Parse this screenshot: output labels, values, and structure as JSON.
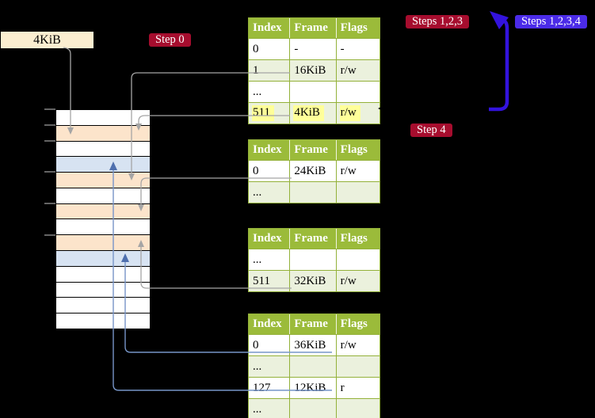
{
  "colors": {
    "bg": "#000000",
    "table-header-green": "#9bbb3a",
    "table-border-green": "#93b139",
    "table-row-green": "#ebf1dd",
    "highlight-yellow": "#ffff99",
    "mem-orange": "#fce4cb",
    "mem-blue": "#d7e3f2",
    "label-cream": "#fbeed0",
    "badge-red": "#a60d2e",
    "badge-blue": "#4b2be8",
    "arrow-blue": "#3313dd",
    "connector-gray": "#a5a5a5",
    "connector-blue": "#7795c8",
    "connector-blue-head": "#4e6fae"
  },
  "frame_label": {
    "text": "4KiB"
  },
  "badges": {
    "step0": "Step 0",
    "steps123": "Steps 1,2,3",
    "steps1234": "Steps 1,2,3,4",
    "step4": "Step 4"
  },
  "memory": {
    "rows": [
      "free",
      "page-table-frame",
      "free",
      "mapped-page",
      "page-table-frame",
      "free",
      "page-table-frame",
      "free",
      "page-table-frame",
      "mapped-page",
      "free",
      "free",
      "free",
      "free"
    ],
    "tick_offsets_kib": [
      0,
      4,
      8,
      16,
      24,
      32
    ]
  },
  "tables": [
    {
      "headers": [
        "Index",
        "Frame",
        "Flags"
      ],
      "rows": [
        {
          "cells": [
            "0",
            "-",
            "-"
          ]
        },
        {
          "cells": [
            "1",
            "16KiB",
            "r/w"
          ]
        },
        {
          "cells": [
            "...",
            "",
            ""
          ]
        },
        {
          "cells": [
            "511",
            "4KiB",
            "r/w"
          ]
        }
      ]
    },
    {
      "headers": [
        "Index",
        "Frame",
        "Flags"
      ],
      "rows": [
        {
          "cells": [
            "0",
            "24KiB",
            "r/w"
          ]
        },
        {
          "cells": [
            "...",
            "",
            ""
          ]
        }
      ]
    },
    {
      "headers": [
        "Index",
        "Frame",
        "Flags"
      ],
      "rows": [
        {
          "cells": [
            "...",
            "",
            ""
          ]
        },
        {
          "cells": [
            "511",
            "32KiB",
            "r/w"
          ]
        }
      ]
    },
    {
      "headers": [
        "Index",
        "Frame",
        "Flags"
      ],
      "rows": [
        {
          "cells": [
            "0",
            "36KiB",
            "r/w"
          ]
        },
        {
          "cells": [
            "...",
            "",
            ""
          ]
        },
        {
          "cells": [
            "127",
            "12KiB",
            "r"
          ]
        },
        {
          "cells": [
            "...",
            "",
            ""
          ]
        }
      ]
    }
  ],
  "arrows": {
    "gray": [
      "frame-label to 4KiB frame",
      "table1 entry 1 to 16KiB frame",
      "table1 entry 511 to 4KiB frame",
      "table2 entry 0 to 24KiB frame",
      "table3 entry 511 to 32KiB frame"
    ],
    "blue": [
      "table4 entry 0 to 36KiB frame",
      "table4 entry 127 to 12KiB frame"
    ],
    "loop": "table1 entry 511 loops back to table1"
  }
}
